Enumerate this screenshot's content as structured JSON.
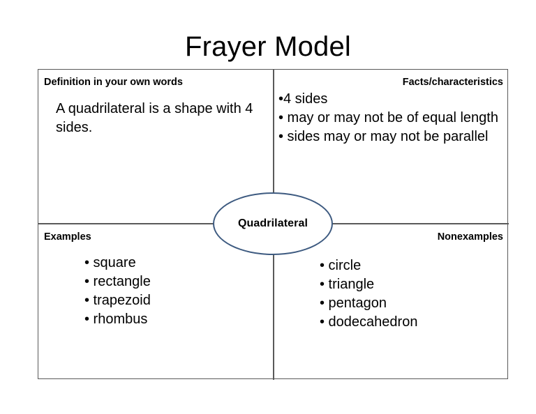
{
  "page": {
    "title": "Frayer Model"
  },
  "colors": {
    "frame_border": "#595959",
    "ellipse_border": "#3d5a80",
    "text": "#000000",
    "background": "#ffffff"
  },
  "center": {
    "term": "Quadrilateral"
  },
  "quadrants": {
    "definition": {
      "header": "Definition in your own words",
      "text": "A quadrilateral is a shape with 4 sides."
    },
    "facts": {
      "header": "Facts/characteristics",
      "items": [
        "•4 sides",
        "• may or may not be of equal length",
        "• sides may or may not be parallel"
      ]
    },
    "examples": {
      "header": "Examples",
      "items": [
        "• square",
        "• rectangle",
        "• trapezoid",
        "• rhombus"
      ]
    },
    "nonexamples": {
      "header": "Nonexamples",
      "items": [
        "• circle",
        "• triangle",
        "• pentagon",
        "• dodecahedron"
      ]
    }
  }
}
